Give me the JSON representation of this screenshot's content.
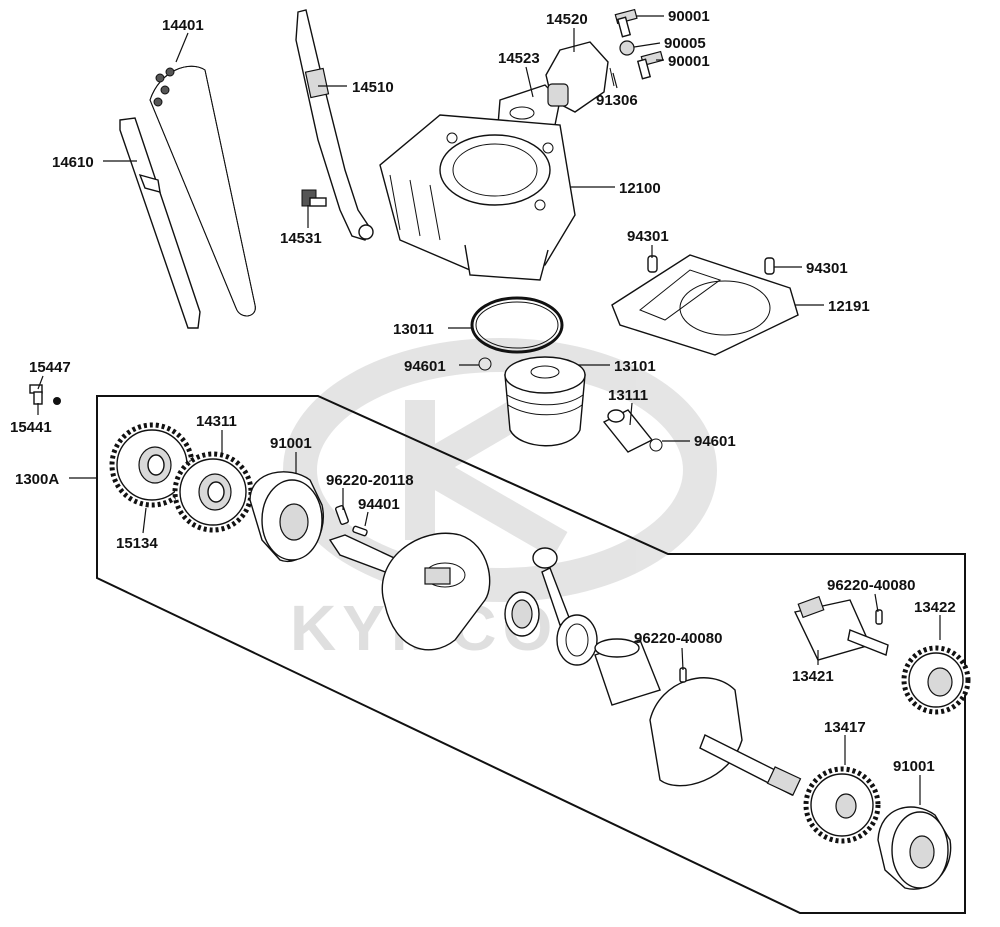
{
  "watermark": {
    "brand": "KYMCO",
    "color": "#d8d8d8"
  },
  "colors": {
    "line": "#111111",
    "shade": "#d9d9d9",
    "background": "#ffffff"
  },
  "labels": {
    "p14401": "14401",
    "p14510": "14510",
    "p14610": "14610",
    "p14531": "14531",
    "p14520": "14520",
    "p14523": "14523",
    "p90001a": "90001",
    "p90005": "90005",
    "p90001b": "90001",
    "p91306": "91306",
    "p12100": "12100",
    "p94301a": "94301",
    "p94301b": "94301",
    "p12191": "12191",
    "p13011": "13011",
    "p94601a": "94601",
    "p13101": "13101",
    "p13111": "13111",
    "p94601b": "94601",
    "p15447": "15447",
    "p15441": "15441",
    "p1300A": "1300A",
    "p14311": "14311",
    "p91001a": "91001",
    "p96220_20118": "96220-20118",
    "p94401": "94401",
    "p15134": "15134",
    "p96220_40080a": "96220-40080",
    "p96220_40080b": "96220-40080",
    "p13422": "13422",
    "p13421": "13421",
    "p13417": "13417",
    "p91001b": "91001"
  }
}
